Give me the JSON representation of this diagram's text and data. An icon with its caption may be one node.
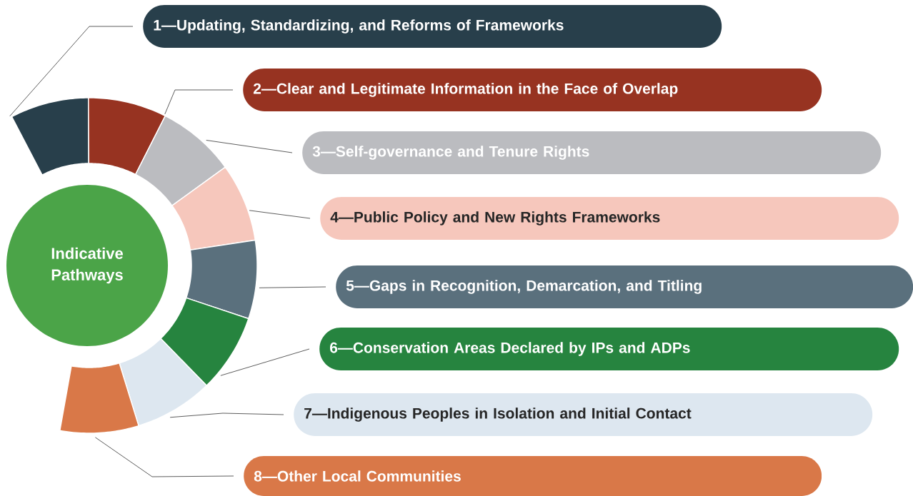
{
  "diagram": {
    "nodes": [
      {
        "text": [
          "Indicative Pathways"
        ]
      },
      {
        "text": [],
        "shape": "wedge"
      },
      {
        "text": [],
        "shape": "wedge"
      },
      {
        "text": [],
        "shape": "wedge"
      },
      {
        "text": [],
        "shape": "wedge"
      },
      {
        "text": [],
        "shape": "wedge"
      },
      {
        "text": [],
        "shape": "wedge"
      },
      {
        "text": [],
        "shape": "wedge"
      },
      {
        "text": [],
        "shape": "wedge"
      },
      {
        "text": [
          "1—Updating, Standardizing, and Reforms of Frameworks"
        ]
      },
      {
        "text": [
          "2—Clear and Legitimate Information in the Face of Overlap"
        ]
      },
      {
        "text": [
          "3—Self-governance and Tenure Rights"
        ]
      },
      {
        "text": [
          "4—Public Policy and New Rights Frameworks"
        ]
      },
      {
        "text": [
          "5—Gaps in Recognition, Demarcation, and Titling"
        ]
      },
      {
        "text": [
          "6—Conservation Areas Declared by IPs and ADPs"
        ]
      },
      {
        "text": [
          "7—Indigenous Peoples in Isolation and Initial Contact"
        ]
      },
      {
        "text": [
          "8—Other Local Communities"
        ]
      }
    ],
    "edges": [
      {
        "from": 9,
        "to": 1,
        "arrow": "none"
      },
      {
        "from": 10,
        "to": 2,
        "arrow": "none"
      },
      {
        "from": 11,
        "to": 3,
        "arrow": "none"
      },
      {
        "from": 12,
        "to": 4,
        "arrow": "none"
      },
      {
        "from": 13,
        "to": 5,
        "arrow": "none"
      },
      {
        "from": 14,
        "to": 6,
        "arrow": "none"
      },
      {
        "from": 15,
        "to": 7,
        "arrow": "none"
      },
      {
        "from": 16,
        "to": 8,
        "arrow": "none"
      }
    ]
  }
}
